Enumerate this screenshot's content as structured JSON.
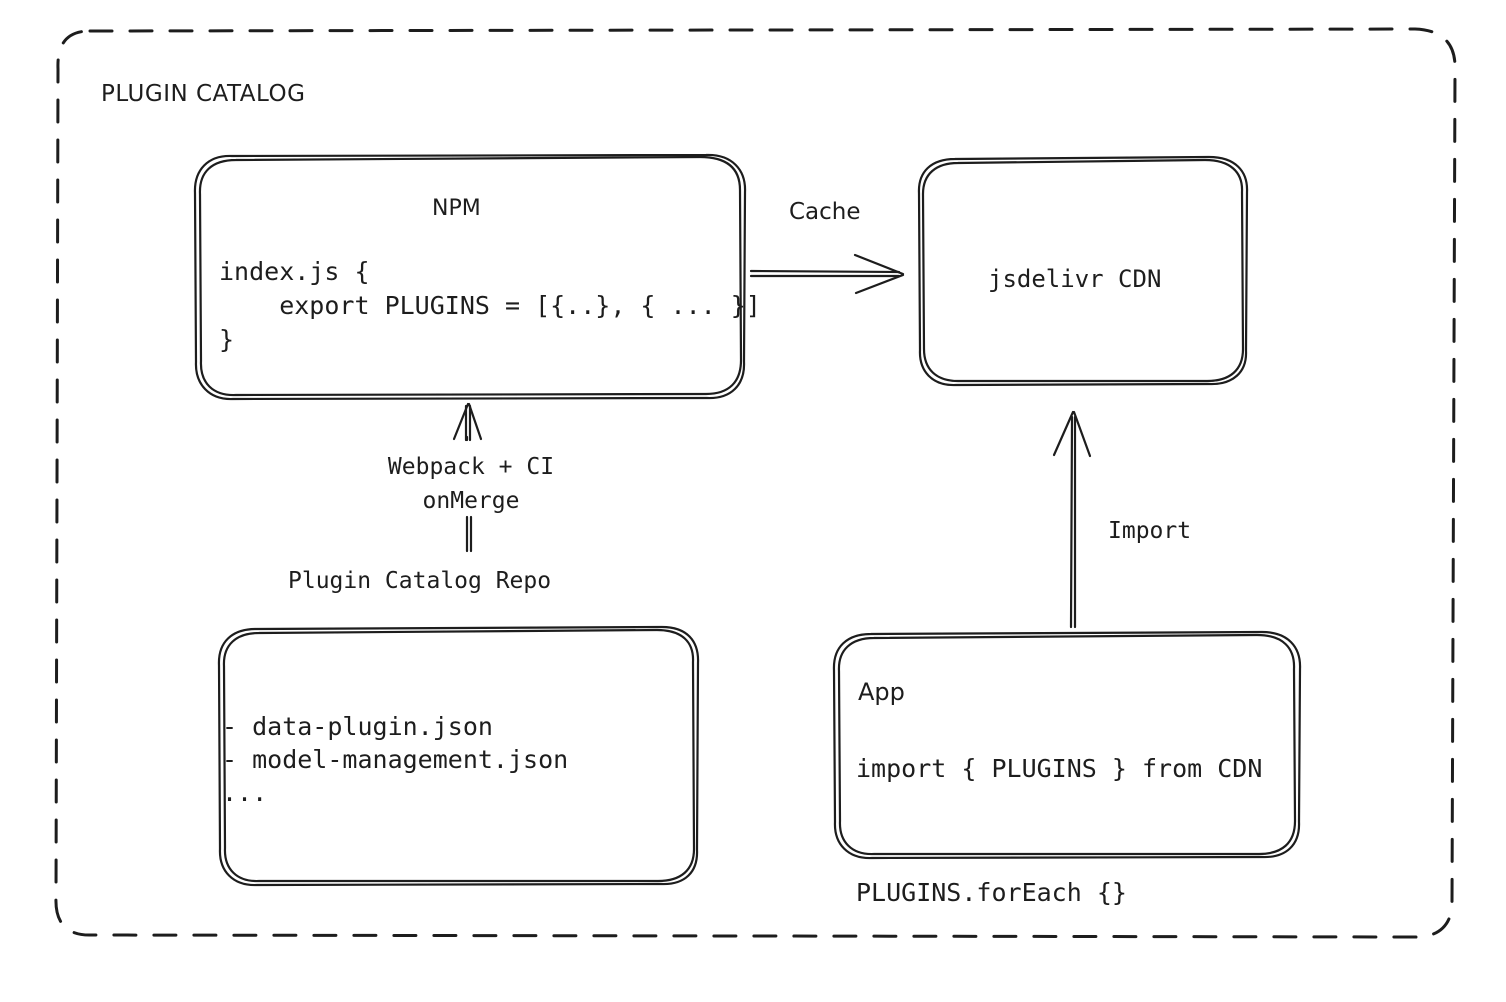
{
  "container": {
    "title": "PLUGIN CATALOG",
    "border_style": "dashed",
    "stroke_color": "#1d1d1d"
  },
  "colors": {
    "stroke": "#1d1d1d",
    "text": "#1d1d1d",
    "background": "#ffffff"
  },
  "nodes": {
    "npm": {
      "title": "NPM",
      "code": "index.js {\n    export PLUGINS = [{..}, { ... }]\n}"
    },
    "cdn": {
      "title": "jsdelivr CDN"
    },
    "repo": {
      "caption": "Plugin Catalog Repo",
      "files": "- data-plugin.json\n- model-management.json\n..."
    },
    "app": {
      "title": "App",
      "code": "import { PLUGINS } from CDN\n\nPLUGINS.forEach {}"
    }
  },
  "edges": {
    "cache": {
      "label": "Cache",
      "from": "npm",
      "to": "cdn"
    },
    "build": {
      "label": "Webpack + CI\nonMerge",
      "from": "repo",
      "to": "npm"
    },
    "import": {
      "label": "Import",
      "from": "app",
      "to": "cdn"
    }
  }
}
